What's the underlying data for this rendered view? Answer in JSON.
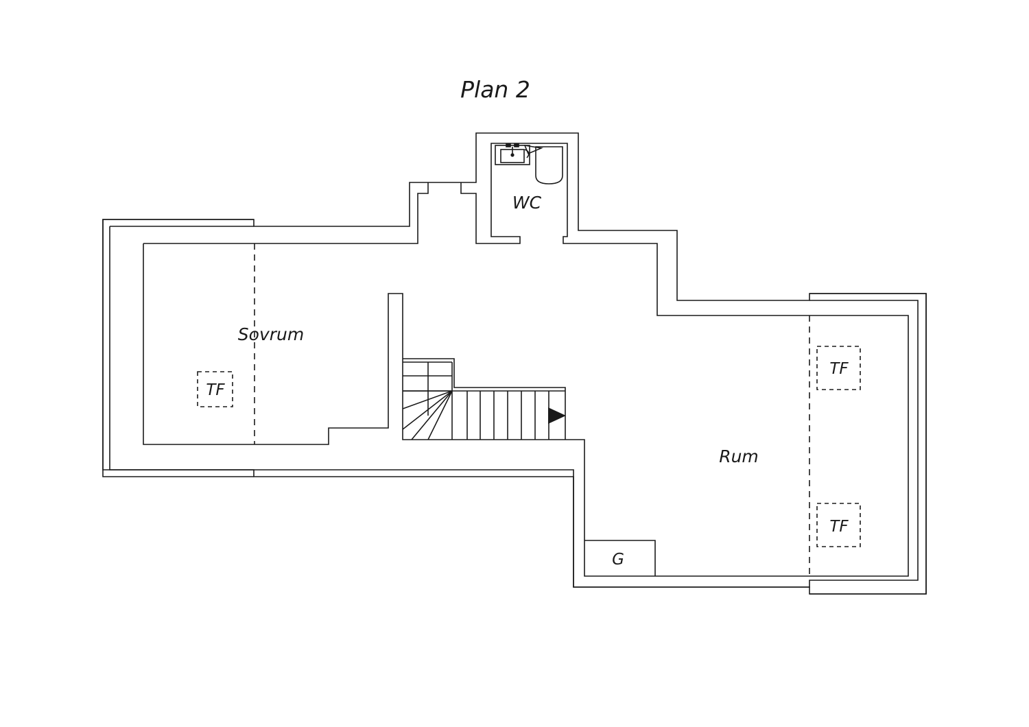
{
  "plan": {
    "title": "Plan 2",
    "rooms": {
      "sovrum": "Sovrum",
      "wc": "WC",
      "rum": "Rum",
      "g": "G"
    },
    "markers": {
      "tf_sovrum": "TF",
      "tf_rum_upper": "TF",
      "tf_rum_lower": "TF"
    },
    "colors": {
      "line": "#1a1a1a",
      "background": "#ffffff"
    },
    "icons": [
      "sink-icon",
      "toilet-icon",
      "stair-direction-arrow-icon"
    ]
  }
}
